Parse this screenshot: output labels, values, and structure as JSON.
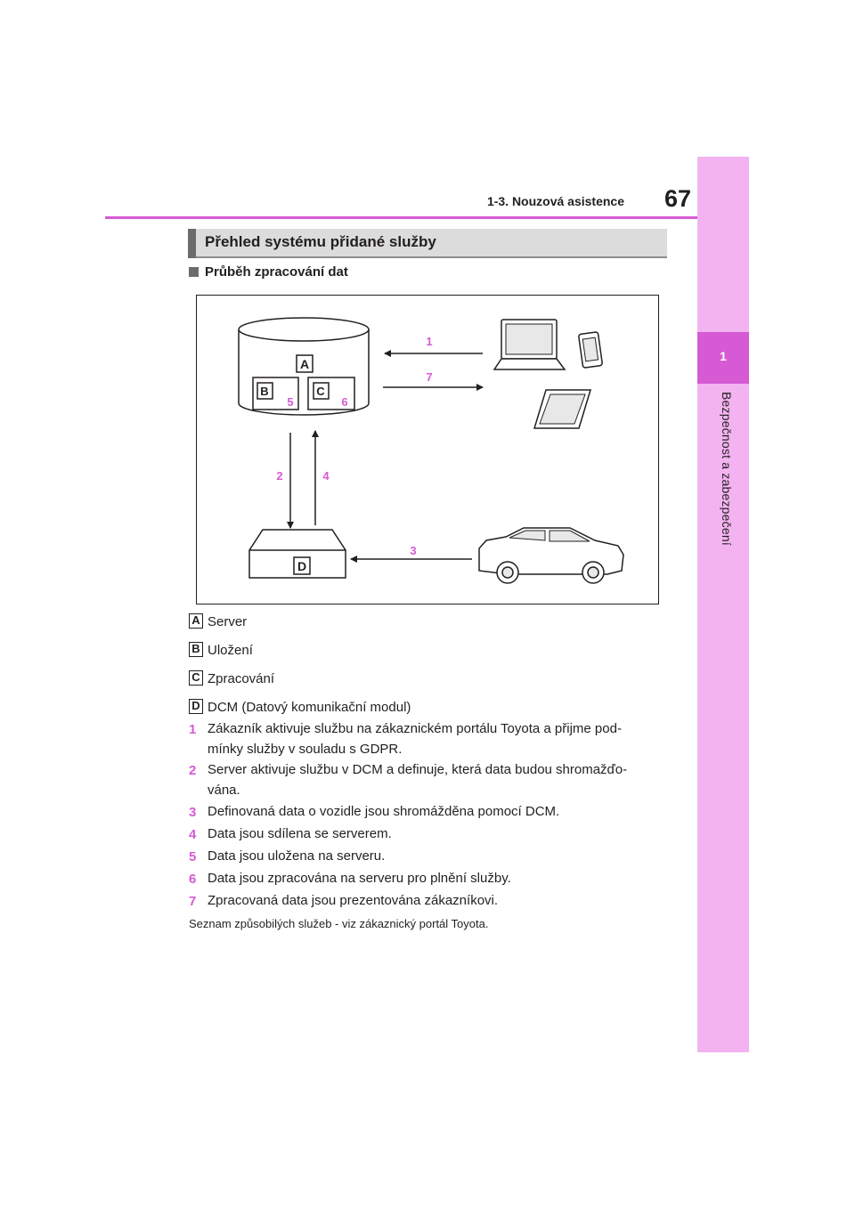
{
  "header": {
    "section": "1-3. Nouzová asistence",
    "page_number": "67"
  },
  "side_tab": {
    "chapter_number": "1",
    "chapter_title": "Bezpečnost a zabezpečení"
  },
  "heading": "Přehled systému přidané služby",
  "subheading": "Průběh zpracování dat",
  "diagram": {
    "box_labels": {
      "A": "A",
      "B": "B",
      "C": "C",
      "D": "D"
    },
    "step_numbers": {
      "s1": "1",
      "s2": "2",
      "s3": "3",
      "s4": "4",
      "s5": "5",
      "s6": "6",
      "s7": "7"
    },
    "accent_color": "#d65ad4"
  },
  "legend": [
    {
      "key": "A",
      "text": "Server"
    },
    {
      "key": "B",
      "text": "Uložení"
    },
    {
      "key": "C",
      "text": "Zpracování"
    },
    {
      "key": "D",
      "text": "DCM (Datový komunikační modul)"
    }
  ],
  "steps": [
    {
      "num": "1",
      "line1": "Zákazník aktivuje službu na zákaznickém portálu Toyota a přijme pod-",
      "line2": "mínky služby v souladu s GDPR."
    },
    {
      "num": "2",
      "line1": "Server aktivuje službu v DCM a definuje, která data budou shromažďo-",
      "line2": "vána."
    },
    {
      "num": "3",
      "line1": "Definovaná data o vozidle jsou shromážděna pomocí DCM."
    },
    {
      "num": "4",
      "line1": "Data jsou sdílena se serverem."
    },
    {
      "num": "5",
      "line1": "Data jsou uložena na serveru."
    },
    {
      "num": "6",
      "line1": "Data jsou zpracována na serveru pro plnění služby."
    },
    {
      "num": "7",
      "line1": "Zpracovaná data jsou prezentována zákazníkovi."
    }
  ],
  "footnote": "Seznam způsobilých služeb - viz zákaznický portál Toyota."
}
